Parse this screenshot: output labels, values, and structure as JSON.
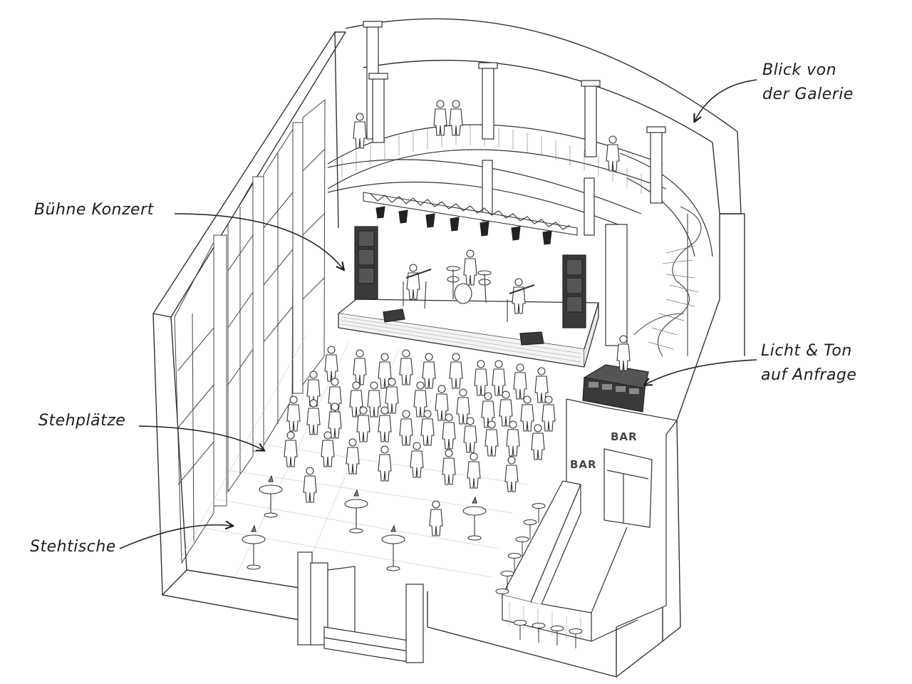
{
  "labels": {
    "gallery": {
      "line1": "Blick von",
      "line2": "der Galerie"
    },
    "stage": "Bühne Konzert",
    "light_sound": {
      "line1": "Licht & Ton",
      "line2": "auf Anfrage"
    },
    "standing": "Stehplätze",
    "tables": "Stehtische"
  },
  "bar_signs": {
    "upper": "BAR",
    "lower": "BAR"
  }
}
